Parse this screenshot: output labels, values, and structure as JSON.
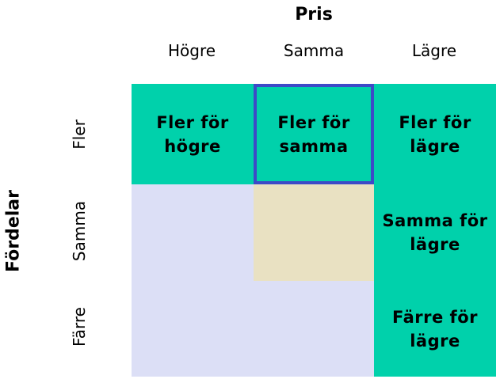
{
  "top_axis": {
    "title": "Pris"
  },
  "columns": [
    "Högre",
    "Samma",
    "Lägre"
  ],
  "left_axis": {
    "title": "Fördelar"
  },
  "rows": [
    "Fler",
    "Samma",
    "Färre"
  ],
  "cells": {
    "fler_hogre": [
      "Fler för",
      "högre"
    ],
    "fler_samma": [
      "Fler för",
      "samma"
    ],
    "fler_lagre": [
      "Fler för",
      "lägre"
    ],
    "samma_lagre": [
      "Samma för",
      "lägre"
    ],
    "farre_lagre": [
      "Färre för",
      "lägre"
    ]
  },
  "colors": {
    "green": "#00d1ab",
    "lavender": "#dcdff6",
    "beige": "#e9e1c2",
    "highlight_border": "#3d4ac7"
  }
}
